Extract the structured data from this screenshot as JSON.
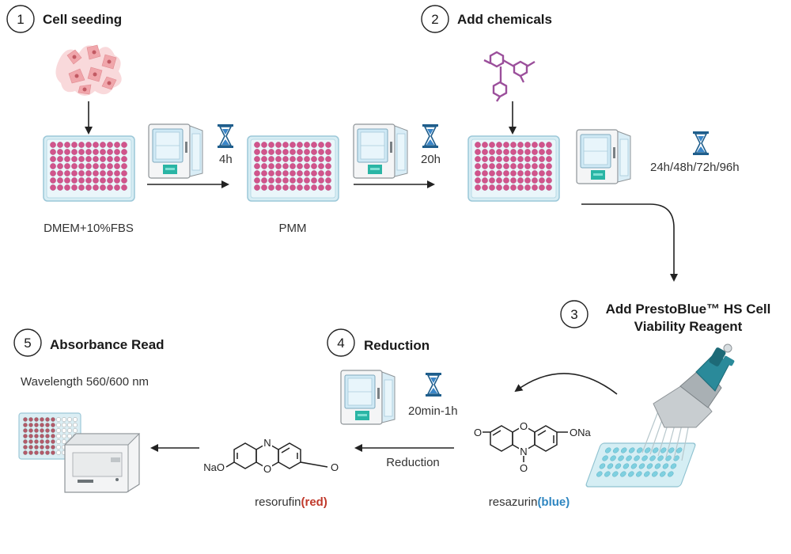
{
  "steps": [
    {
      "number": "1",
      "title": "Cell seeding"
    },
    {
      "number": "2",
      "title": "Add chemicals"
    },
    {
      "number": "3",
      "title_line1": "Add PrestoBlue™ HS Cell",
      "title_line2": "Viability Reagent"
    },
    {
      "number": "4",
      "title": "Reduction"
    },
    {
      "number": "5",
      "title": "Absorbance Read"
    }
  ],
  "labels": {
    "medium1": "DMEM+10%FBS",
    "medium2": "PMM",
    "time1": "4h",
    "time2": "20h",
    "time3": "24h/48h/72h/96h",
    "time4": "20min-1h",
    "wavelength": "Wavelength 560/600 nm",
    "reduction_arrow": "Reduction"
  },
  "molecules": {
    "resorufin_name": "resorufin",
    "resorufin_color": "(red)",
    "resazurin_name": "resazurin",
    "resazurin_color": "(blue)",
    "atom_N": "N",
    "atom_O": "O",
    "atom_ONa": "ONa",
    "atom_NaO": "NaO"
  },
  "icons": [
    "cells-icon",
    "chemical-icon",
    "well-plate-icon",
    "incubator-icon",
    "hourglass-icon",
    "pipette-icon",
    "plate-reader-icon"
  ],
  "colors": {
    "well_pink": "#d1548c",
    "plate_frame": "#c9e4ee",
    "incubator_teal": "#2ab5a5",
    "hourglass": "#1f5e8c",
    "chemical_purple": "#9b4f9b",
    "cells": "#f2b2b6",
    "pipette_teal": "#2a8a9a",
    "red_text": "#c0392b",
    "blue_text": "#2e86c1"
  }
}
